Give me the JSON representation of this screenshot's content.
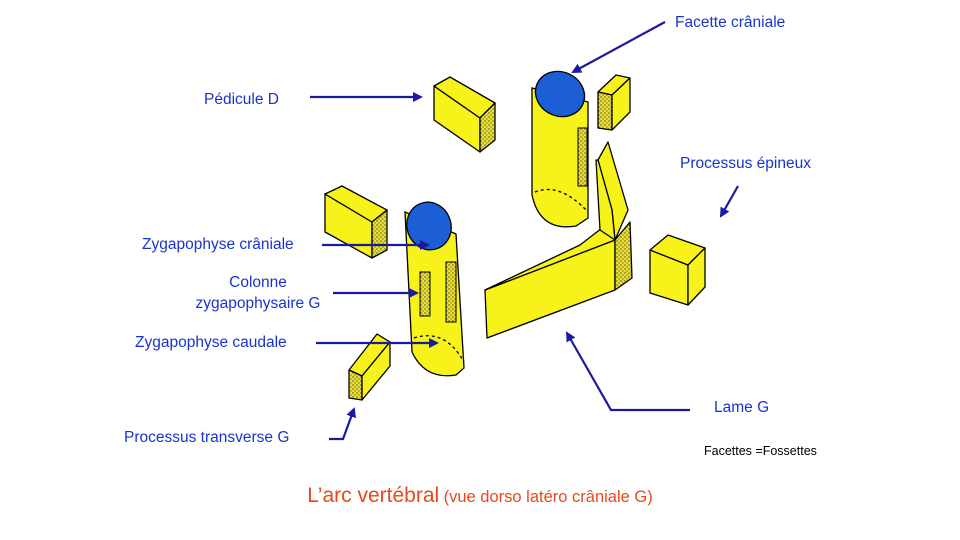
{
  "labels": {
    "facette_craniale": "Facette crâniale",
    "pedicule_d": "Pédicule D",
    "processus_epineux": "Processus épineux",
    "zygapophyse_craniale": "Zygapophyse crâniale",
    "colonne_line1": "Colonne",
    "colonne_line2": "zygapophysaire G",
    "zygapophyse_caudale": "Zygapophyse caudale",
    "lame_g": "Lame G",
    "processus_transverse_g": "Processus transverse G"
  },
  "note": "Facettes =Fossettes",
  "title": {
    "main": "L’arc vertébral",
    "sub": "(vue dorso latéro crâniale G)"
  },
  "colors": {
    "block_yellow": "#f7f21a",
    "facet_blue": "#1c5ed6",
    "label_blue": "#1a33cc",
    "title_orange": "#e8481c"
  }
}
